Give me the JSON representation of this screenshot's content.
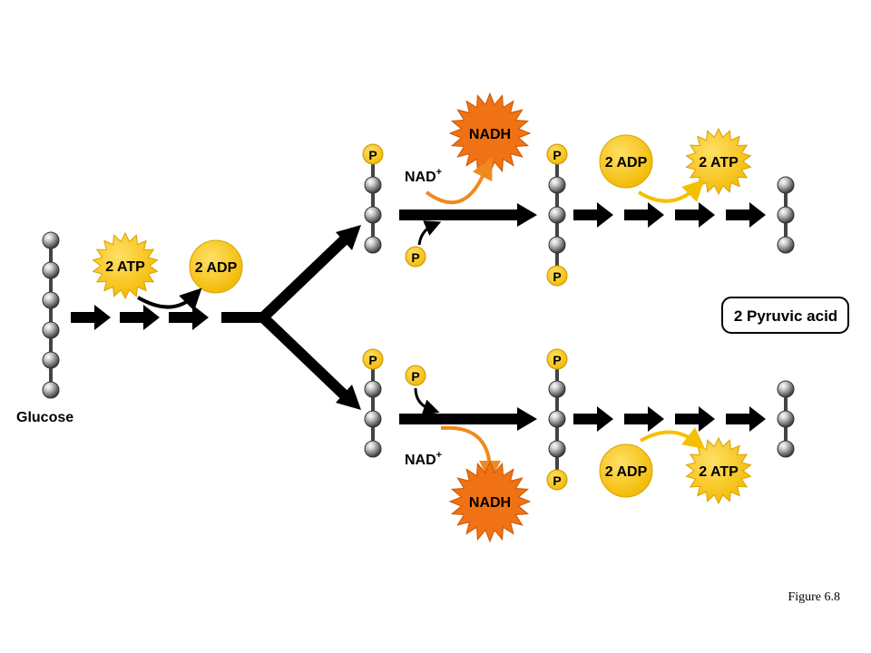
{
  "labels": {
    "glucose": "Glucose",
    "pyruvic_acid": "2 Pyruvic acid",
    "figure": "Figure 6.8"
  },
  "molecules": {
    "atp": "2 ATP",
    "adp": "2 ADP",
    "nadh": "NADH",
    "nad": "NAD",
    "nad_charge": "+",
    "phosphate": "P"
  },
  "colors": {
    "atp_fill": "#f7c400",
    "adp_fill": "#f6c513",
    "nadh_fill": "#f07214",
    "phosphate_fill": "#f5c000",
    "arrow": "#000000",
    "orange_arrow": "#ef8a1e",
    "yellow_arrow": "#f5c000",
    "bead_dark": "#555555",
    "bead_light": "#d9d9d9"
  },
  "icons": {
    "atp": "starburst-yellow",
    "adp": "circle-yellow",
    "nadh": "starburst-orange",
    "phosphate": "small-yellow-circle",
    "carbon": "gray-sphere"
  }
}
